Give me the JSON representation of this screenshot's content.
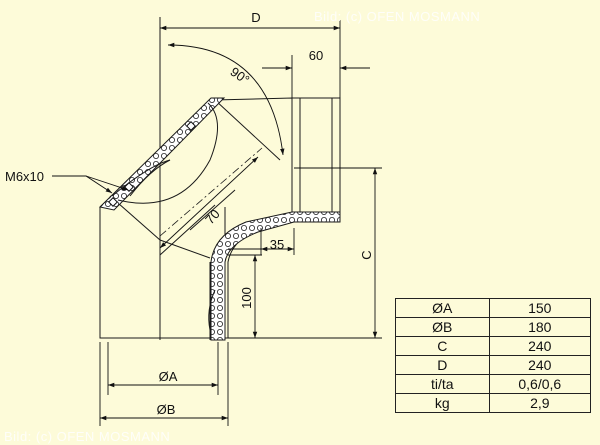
{
  "watermark_top": "Bild: (c) OFEN MOSMANN",
  "watermark_bottom": "Bild: (c) OFEN MOSMANN",
  "dims": {
    "D": "D",
    "angle": "90°",
    "d60": "60",
    "bolt": "M6x10",
    "d70": "70",
    "d35": "35",
    "C": "C",
    "d100": "100",
    "phiA": "ØA",
    "phiB": "ØB"
  },
  "table": [
    {
      "param": "ØA",
      "value": "150"
    },
    {
      "param": "ØB",
      "value": "180"
    },
    {
      "param": "C",
      "value": "240"
    },
    {
      "param": "D",
      "value": "240"
    },
    {
      "param": "ti/ta",
      "value": "0,6/0,6"
    },
    {
      "param": "kg",
      "value": "2,9"
    }
  ],
  "colors": {
    "background": "#fdfbd9",
    "line": "#1a1a1a",
    "insulation": "#ffffff"
  }
}
